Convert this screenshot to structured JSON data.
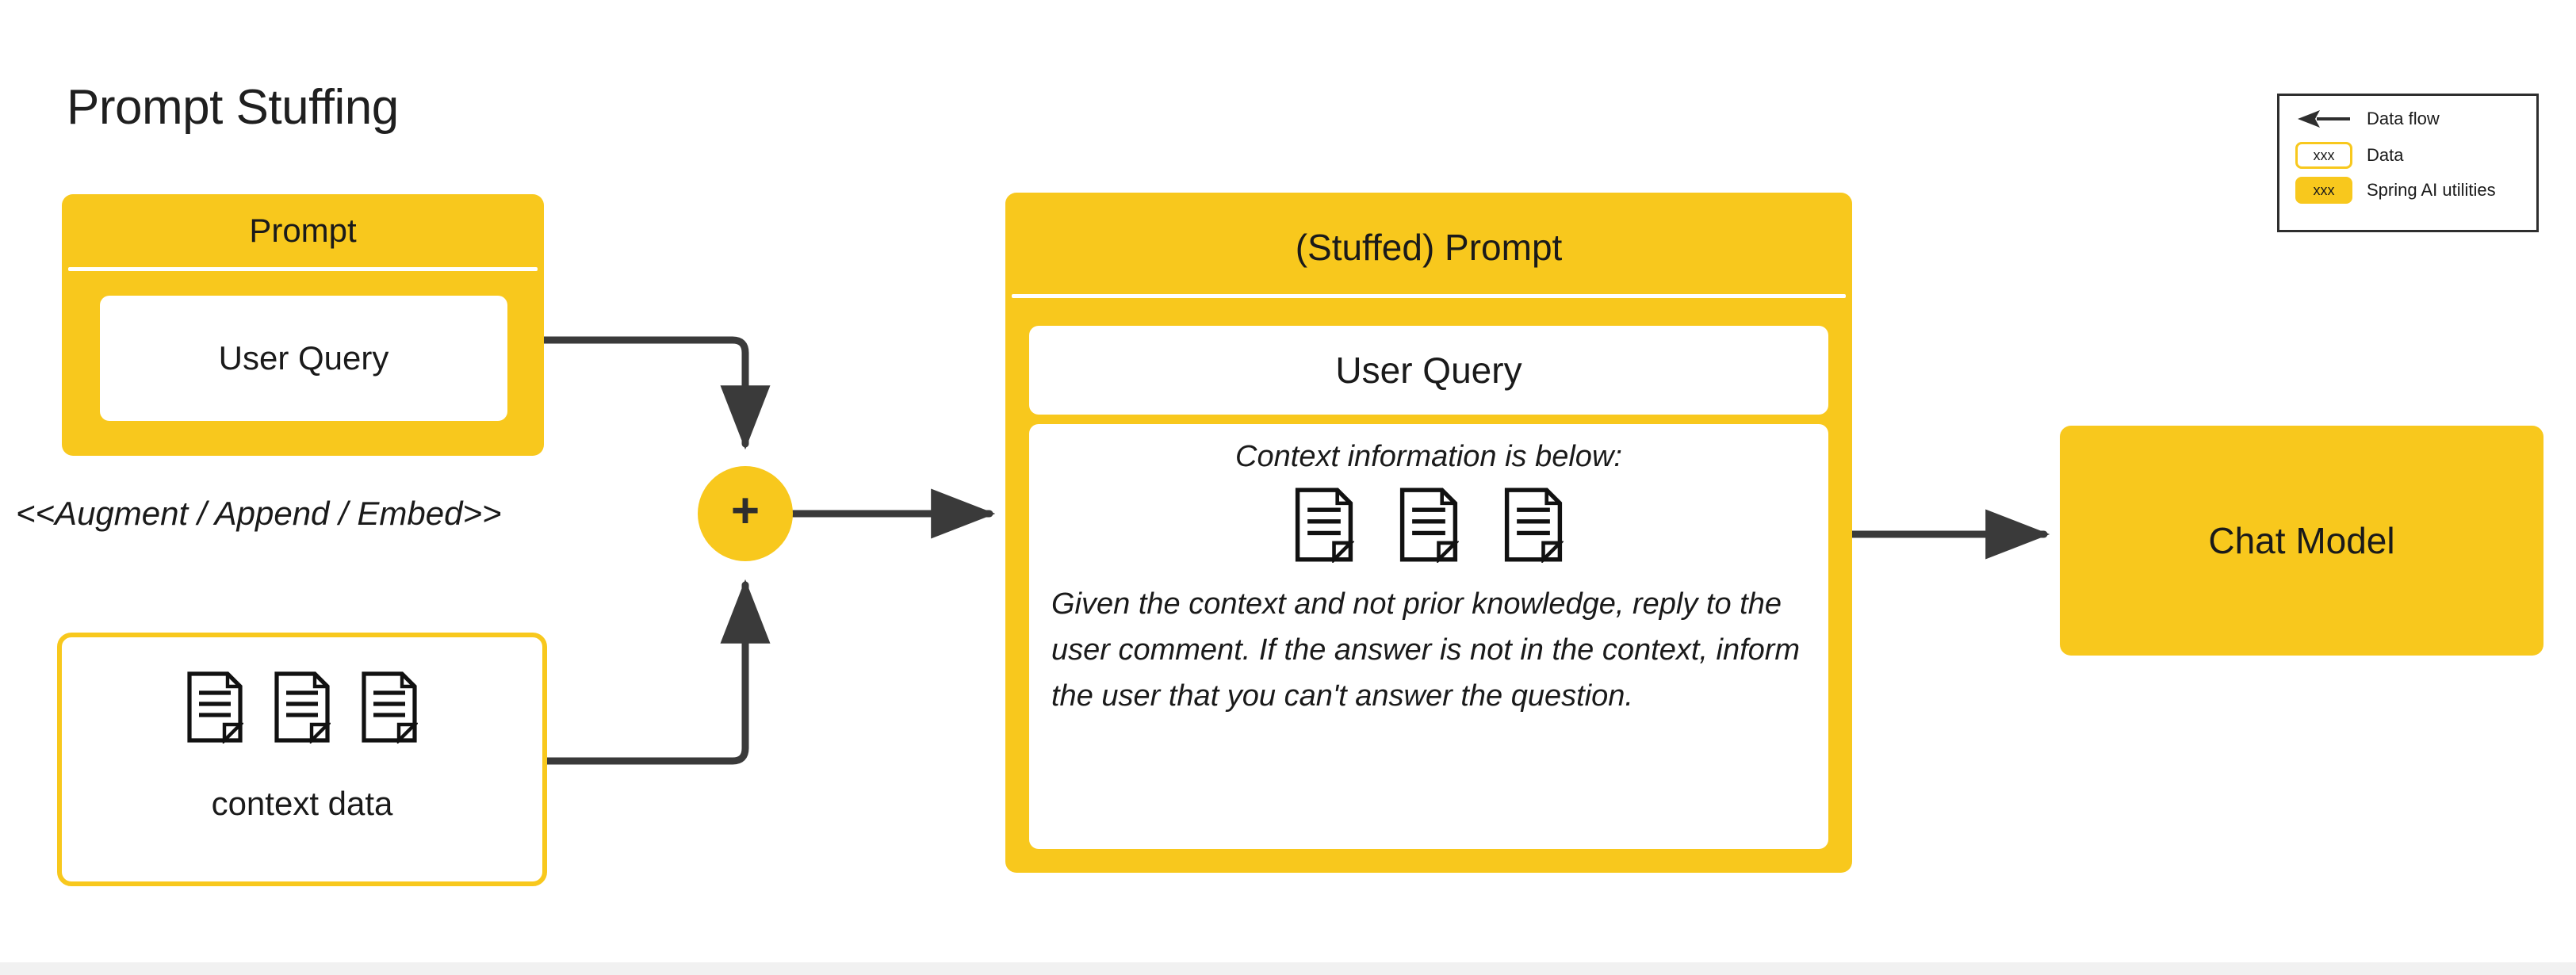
{
  "page": {
    "title": "Prompt Stuffing",
    "background_color": "#ffffff",
    "accent_color": "#F8C81D",
    "line_color": "#3a3a3a"
  },
  "prompt_box": {
    "title": "Prompt",
    "user_query_label": "User Query"
  },
  "augment_label": "<<Augment / Append / Embed>>",
  "plus_node": {
    "symbol": "+",
    "icon_name": "plus-icon"
  },
  "context_data_box": {
    "label": "context data",
    "doc_count": 3,
    "doc_icon_name": "document-icon"
  },
  "stuffed_prompt": {
    "title": "(Stuffed) Prompt",
    "user_query_label": "User Query",
    "context_heading": "Context information is below:",
    "doc_count": 3,
    "doc_icon_name": "document-icon",
    "instruction": "Given the context and not prior knowledge, reply to the user comment. If the answer is not in the context, inform the user that you can't answer the question."
  },
  "chat_model": {
    "title": "Chat Model"
  },
  "legend": {
    "rows": [
      {
        "swatch": "arrow-left-icon",
        "label": "Data flow",
        "chip_text": ""
      },
      {
        "swatch": "data-chip",
        "label": "Data",
        "chip_text": "xxx"
      },
      {
        "swatch": "utility-chip",
        "label": "Spring AI utilities",
        "chip_text": "xxx"
      }
    ]
  }
}
